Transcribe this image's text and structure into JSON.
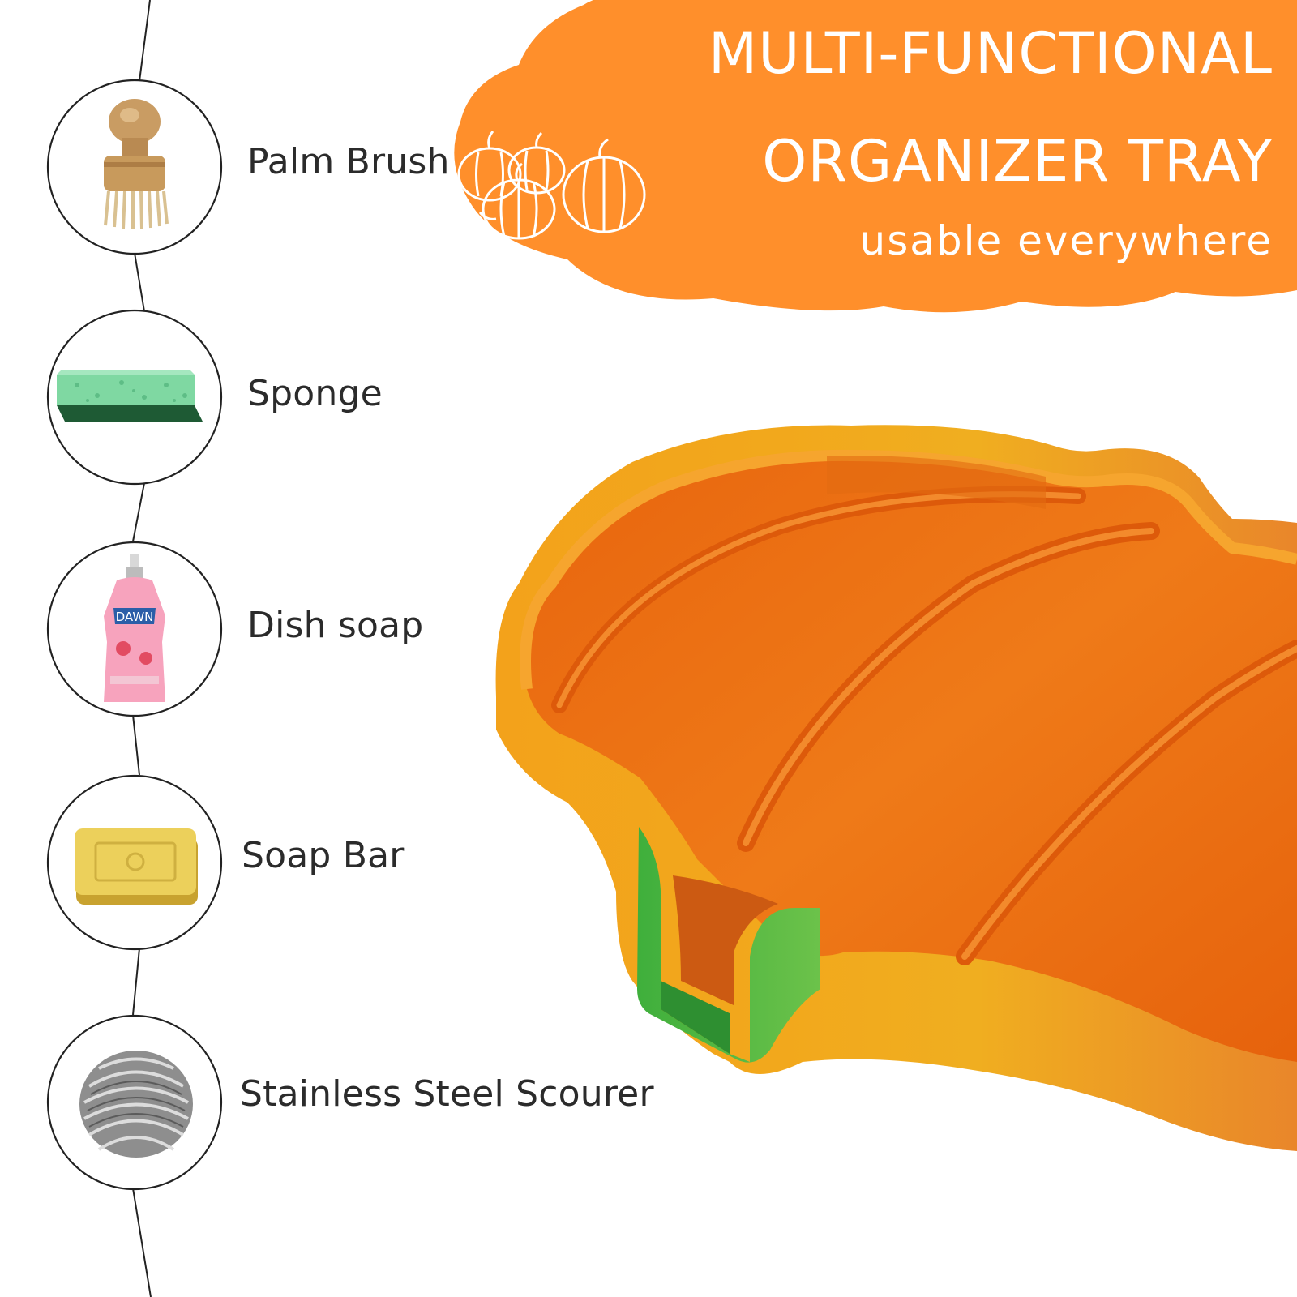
{
  "header": {
    "title_line1": "MULTI-FUNCTIONAL",
    "title_line2": "ORGANIZER TRAY",
    "subtitle": "usable everywhere"
  },
  "items": [
    {
      "label": "Palm Brush",
      "icon": "palm-brush-icon"
    },
    {
      "label": "Sponge",
      "icon": "sponge-icon"
    },
    {
      "label": "Dish soap",
      "icon": "dish-soap-icon"
    },
    {
      "label": "Soap Bar",
      "icon": "soap-bar-icon"
    },
    {
      "label": "Stainless Steel Scourer",
      "icon": "steel-scourer-icon"
    }
  ],
  "soap_brand": "DAWN",
  "colors": {
    "accent_orange": "#FF8F2B",
    "tray_orange": "#F07A14",
    "tray_green": "#4DB848",
    "text": "#2B2B2B"
  }
}
